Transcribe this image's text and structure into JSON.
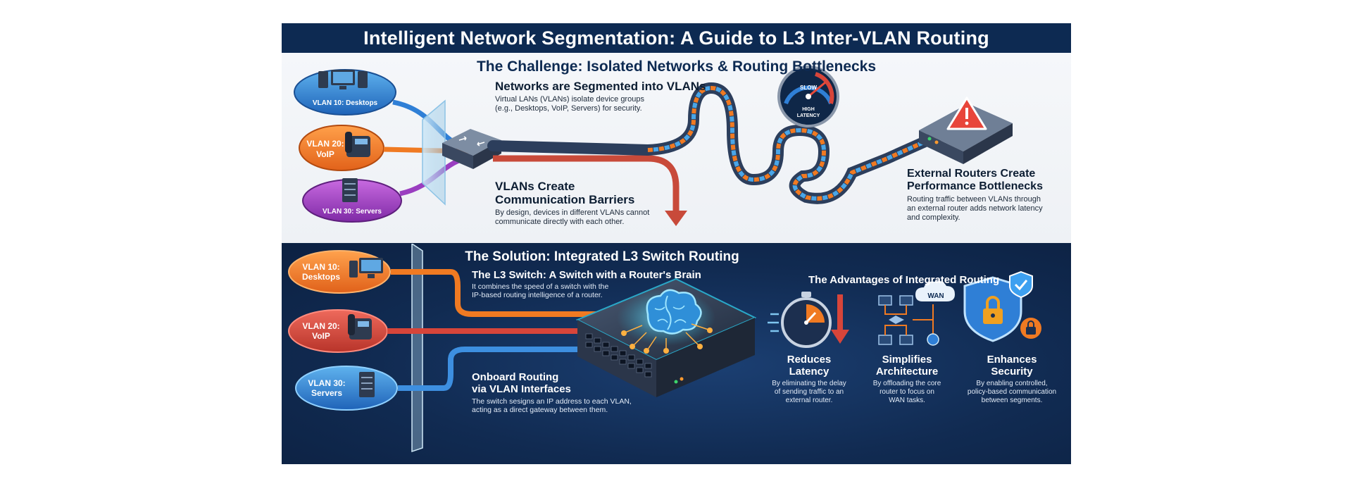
{
  "title": "Intelligent Network Segmentation: A Guide to L3 Inter-VLAN Routing",
  "challenge": {
    "heading": "The Challenge: Isolated Networks & Routing Bottlenecks",
    "vlans": {
      "desktops": "VLAN 10: Desktops",
      "voip_line1": "VLAN 20:",
      "voip_line2": "VoIP",
      "servers": "VLAN 30: Servers"
    },
    "segmented": {
      "title": "Networks are Segmented into VLANs",
      "line1": "Virtual LANs (VLANs) isolate device groups",
      "line2": "(e.g., Desktops, VoIP, Servers) for security."
    },
    "barriers": {
      "title_line1": "VLANs Create",
      "title_line2": "Communication Barriers",
      "line1": "By design, devices in different VLANs cannot",
      "line2": "communicate directly with each other."
    },
    "gauge": {
      "top": "SLOW",
      "bottom_line1": "HIGH",
      "bottom_line2": "LATENCY"
    },
    "bottleneck": {
      "title_line1": "External Routers Create",
      "title_line2": "Performance Bottlenecks",
      "line1": "Routing traffic between VLANs through",
      "line2": "an external router adds network latency",
      "line3": "and complexity."
    }
  },
  "solution": {
    "heading": "The Solution: Integrated L3 Switch Routing",
    "vlans": {
      "desktops_line1": "VLAN 10:",
      "desktops_line2": "Desktops",
      "voip_line1": "VLAN 20:",
      "voip_line2": "VoIP",
      "servers_line1": "VLAN 30:",
      "servers_line2": "Servers"
    },
    "l3switch": {
      "title": "The L3 Switch: A Switch with a Router's Brain",
      "line1": "It combines the speed of a switch with the",
      "line2": "IP-based routing intelligence of a router."
    },
    "onboard": {
      "title_line1": "Onboard Routing",
      "title_line2": "via VLAN Interfaces",
      "line1": "The switch sesigns an IP address to each VLAN,",
      "line2": "acting as a direct gateway between them."
    },
    "advantages": {
      "heading": "The Advantages of Integrated Routing",
      "wan_label": "WAN",
      "items": [
        {
          "title_line1": "Reduces",
          "title_line2": "Latency",
          "line1": "By eliminating the delay",
          "line2": "of sending traffic to an",
          "line3": "external router."
        },
        {
          "title_line1": "Simplifies",
          "title_line2": "Architecture",
          "line1": "By offloading the core",
          "line2": "router to focus on",
          "line3": "WAN tasks."
        },
        {
          "title_line1": "Enhances",
          "title_line2": "Security",
          "line1": "By enabling controlled,",
          "line2": "policy-based communication",
          "line3": "between segments."
        }
      ]
    }
  },
  "colors": {
    "navy": "#0d2a52",
    "blue": "#2f7fd6",
    "orange": "#f07a22",
    "purple": "#9a3ec0",
    "red": "#d7453a",
    "teal": "#2aa8c8"
  }
}
